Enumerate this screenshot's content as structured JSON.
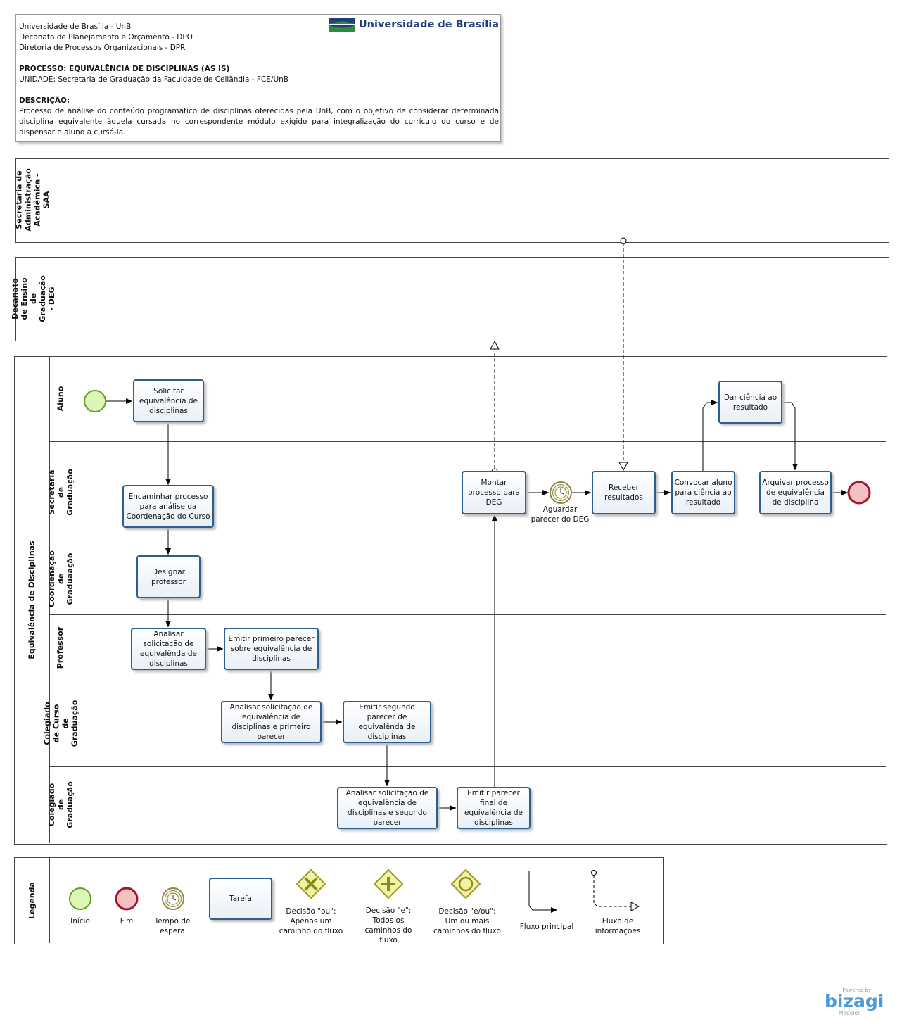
{
  "header": {
    "line1": "Universidade de Brasília - UnB",
    "line2": "Decanato de Planejamento e Orçamento - DPO",
    "line3": "Diretoria de Processos Organizacionais - DPR",
    "processo": "PROCESSO: EQUIVALÊNCIA DE DISCIPLINAS (AS IS)",
    "unidade": "UNIDADE: Secretaria de Graduação da Faculdade de Ceilândia - FCE/UnB",
    "descricao_label": "DESCRIÇÃO:",
    "descricao": "Processo de análise do conteúdo programático de disciplinas oferecidas pela UnB, com o objetivo de considerar determinada disciplina equivalente àquela cursada no correspondente módulo exigido para integralização do currículo do curso e de dispensar o aluno a cursá-la.",
    "logo_text": "Universidade de Brasília",
    "logo_colors": [
      "#1f3f7a",
      "#2e8b3e"
    ]
  },
  "pools": {
    "saa": "Secretaria de Administração Acadêmica - SAA",
    "deg": "Decanato de Ensino de Graduação - DEG",
    "main": "Equivalência de Disciplinas"
  },
  "lanes": {
    "aluno": "Aluno",
    "secretaria": "Secretaria de Graduação",
    "coordenacao": "Coordenação de Graduaação",
    "professor": "Professor",
    "colegiado_curso": "Colegiado de Curso de Graduação",
    "colegiado": "Colegiado de Graduação"
  },
  "tasks": {
    "t1": "Solicitar equivalência de disciplinas",
    "t2": "Encaminhar processo para análise da Coordenação do Curso",
    "t3": "Designar professor",
    "t4": "Analisar solicitação de equivalênda de disciplinas",
    "t5": "Emitir primeiro parecer sobre equivalência de disciplinas",
    "t6": "Analisar solicitação de equivalência de disciplinas e primeiro parecer",
    "t7": "Emitir segundo parecer de equivalênda de disciplinas",
    "t8": "Analisar solicitação de equivalência de disciplinas e segundo parecer",
    "t9": "Emitir parecer final de equivalência de disciplinas",
    "t10": "Montar processo para DEG",
    "t11": "Receber resultados",
    "t12": "Convocar aluno para ciência ao resultado",
    "t13": "Dar ciência ao resultado",
    "t14": "Arquivar processo de equivalência de disciplina"
  },
  "events": {
    "timer_label": "Aguardar parecer do DEG"
  },
  "legend": {
    "title": "Legenda",
    "inicio": "Início",
    "fim": "Fim",
    "tempo": "Tempo de espera",
    "tarefa": "Tarefa",
    "dec_ou": "Decisão \"ou\": Apenas um caminho do fluxo",
    "dec_e": "Decisão \"e\": Todos os caminhos do fluxo",
    "dec_eou": "Decisão \"e/ou\": Um ou mais caminhos do fluxo",
    "fluxo_principal": "Fluxo principal",
    "fluxo_info": "Fluxo de informações"
  },
  "colors": {
    "task_border": "#2a5f8f",
    "start_fill": "#dff5b8",
    "start_stroke": "#62a021",
    "end_fill": "#f2c2c2",
    "end_stroke": "#a8152b",
    "gateway_fill": "#f1f1a8",
    "gateway_stroke": "#9a9a1c",
    "timer_stroke": "#8d8845"
  },
  "branding": {
    "powered": "Powered by",
    "name": "bizagi",
    "product": "Modeler"
  }
}
